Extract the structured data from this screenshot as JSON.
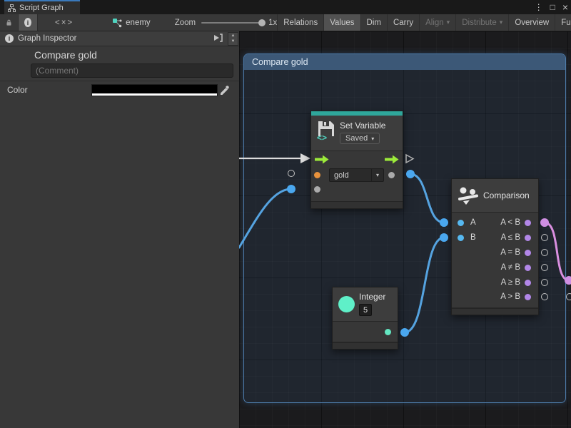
{
  "window": {
    "tab_title": "Script Graph"
  },
  "icons": {
    "more": "⋮",
    "maximize": "□",
    "close": "×",
    "dropdown": "▾",
    "info": "i",
    "code": "<×>",
    "spin_up": "▲",
    "spin_down": "▼"
  },
  "toolbar": {
    "graph_name": "enemy",
    "zoom_label": "Zoom",
    "zoom_value": "1x",
    "view_buttons": [
      {
        "label": "Relations",
        "state": "normal"
      },
      {
        "label": "Values",
        "state": "active"
      },
      {
        "label": "Dim",
        "state": "normal"
      },
      {
        "label": "Carry",
        "state": "normal"
      },
      {
        "label": "Align",
        "state": "disabled"
      },
      {
        "label": "Distribute",
        "state": "disabled"
      },
      {
        "label": "Overview",
        "state": "normal"
      },
      {
        "label": "Full Screen",
        "state": "normal"
      }
    ]
  },
  "inspector": {
    "header": "Graph Inspector",
    "graph_title": "Compare gold",
    "comment_placeholder": "(Comment)",
    "color_label": "Color",
    "color_value": "#000000"
  },
  "graph": {
    "group_title": "Compare gold",
    "set_variable": {
      "title": "Set Variable",
      "kind": "Saved",
      "variable_name": "gold"
    },
    "comparison": {
      "title": "Comparison",
      "inputs": [
        "A",
        "B"
      ],
      "outputs": [
        "A < B",
        "A ≤ B",
        "A = B",
        "A ≠ B",
        "A ≥ B",
        "A > B"
      ]
    },
    "integer": {
      "title": "Integer",
      "value": "5"
    }
  },
  "colors": {
    "accent_teal": "#2fa79b",
    "wire_blue": "#55a3e0",
    "wire_pink": "#d98fe0",
    "flow_green": "#9cea3a",
    "port_orange": "#e8923c",
    "port_purple": "#b287e8",
    "port_mint": "#5ff0c8",
    "group_border": "#4d7cab"
  }
}
